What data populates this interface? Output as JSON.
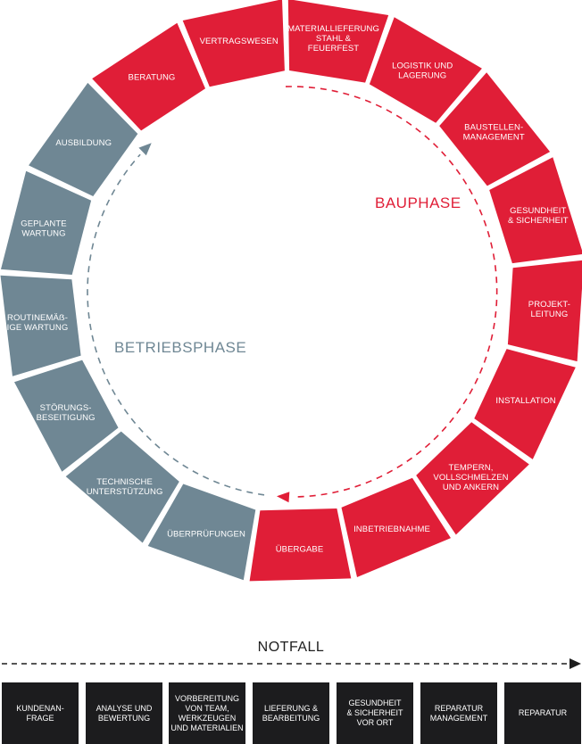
{
  "bauphase_label": "BAUPHASE",
  "betriebsphase_label": "BETRIEBSPHASE",
  "colors": {
    "bau": "#e01e37",
    "betrieb": "#6f8794",
    "dark": "#1c1c1e"
  },
  "wheel": [
    {
      "label": "MATERIALLIEFERUNG\nSTAHL &\nFEUERFEST",
      "phase": "bau"
    },
    {
      "label": "LOGISTIK UND\nLAGERUNG",
      "phase": "bau"
    },
    {
      "label": "BAUSTELLEN-\nMANAGEMENT",
      "phase": "bau"
    },
    {
      "label": "GESUNDHEIT\n& SICHERHEIT",
      "phase": "bau"
    },
    {
      "label": "PROJEKT-\nLEITUNG",
      "phase": "bau"
    },
    {
      "label": "INSTALLATION",
      "phase": "bau"
    },
    {
      "label": "TEMPERN,\nVOLLSCHMELZEN\nUND ANKERN",
      "phase": "bau"
    },
    {
      "label": "INBETRIEBNAHME",
      "phase": "bau"
    },
    {
      "label": "ÜBERGABE",
      "phase": "bau"
    },
    {
      "label": "ÜBERPRÜFUNGEN",
      "phase": "betrieb"
    },
    {
      "label": "TECHNISCHE\nUNTERSTÜTZUNG",
      "phase": "betrieb"
    },
    {
      "label": "STÖRUNGS-\nBESEITIGUNG",
      "phase": "betrieb"
    },
    {
      "label": "ROUTINEMÄẞ-\nIGE WARTUNG",
      "phase": "betrieb"
    },
    {
      "label": "GEPLANTE\nWARTUNG",
      "phase": "betrieb"
    },
    {
      "label": "AUSBILDUNG",
      "phase": "betrieb"
    },
    {
      "label": "BERATUNG",
      "phase": "bau"
    },
    {
      "label": "VERTRAGSWESEN",
      "phase": "bau"
    }
  ],
  "notfall": {
    "title": "NOTFALL",
    "steps": [
      "KUNDENAN-\nFRAGE",
      "ANALYSE UND\nBEWERTUNG",
      "VORBEREITUNG\nVON TEAM,\nWERKZEUGEN\nUND MATERIALIEN",
      "LIEFERUNG &\nBEARBEITUNG",
      "GESUNDHEIT\n& SICHERHEIT\nVOR ORT",
      "REPARATUR\nMANAGEMENT",
      "REPARATUR"
    ]
  }
}
